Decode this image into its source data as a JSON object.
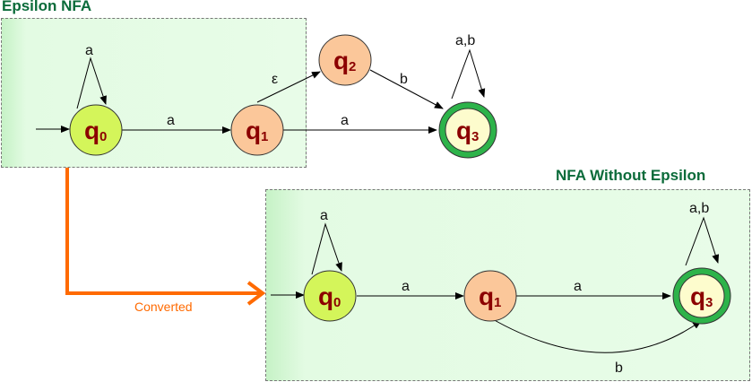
{
  "diagram1": {
    "title": "Epsilon NFA",
    "states": [
      {
        "id": "q0",
        "label": "q",
        "sub": "0",
        "fill": "#d4f55a",
        "accepting": false,
        "start": true
      },
      {
        "id": "q1",
        "label": "q",
        "sub": "1",
        "fill": "#fbc79a",
        "accepting": false
      },
      {
        "id": "q2",
        "label": "q",
        "sub": "2",
        "fill": "#fbc79a",
        "accepting": false
      },
      {
        "id": "q3",
        "label": "q",
        "sub": "3",
        "fill": "#fdfccd",
        "accepting": true
      }
    ],
    "transitions": [
      {
        "from": "q0",
        "to": "q0",
        "label": "a"
      },
      {
        "from": "q0",
        "to": "q1",
        "label": "a"
      },
      {
        "from": "q1",
        "to": "q2",
        "label": "ε"
      },
      {
        "from": "q2",
        "to": "q3",
        "label": "b"
      },
      {
        "from": "q1",
        "to": "q3",
        "label": "a"
      },
      {
        "from": "q3",
        "to": "q3",
        "label": "a,b"
      }
    ]
  },
  "diagram2": {
    "title": "NFA Without Epsilon",
    "states": [
      {
        "id": "q0",
        "label": "q",
        "sub": "0",
        "fill": "#d4f55a",
        "accepting": false,
        "start": true
      },
      {
        "id": "q1",
        "label": "q",
        "sub": "1",
        "fill": "#fbc79a",
        "accepting": false
      },
      {
        "id": "q3",
        "label": "q",
        "sub": "3",
        "fill": "#fdfccd",
        "accepting": true
      }
    ],
    "transitions": [
      {
        "from": "q0",
        "to": "q0",
        "label": "a"
      },
      {
        "from": "q0",
        "to": "q1",
        "label": "a"
      },
      {
        "from": "q1",
        "to": "q3",
        "label": "a"
      },
      {
        "from": "q1",
        "to": "q3",
        "label": "b"
      },
      {
        "from": "q3",
        "to": "q3",
        "label": "a,b"
      }
    ]
  },
  "connector": {
    "label": "Converted",
    "color": "#ff6a00"
  },
  "colors": {
    "title": "#0b6b3a",
    "accept_ring": "#2db34a",
    "state_text": "#8b0000"
  }
}
